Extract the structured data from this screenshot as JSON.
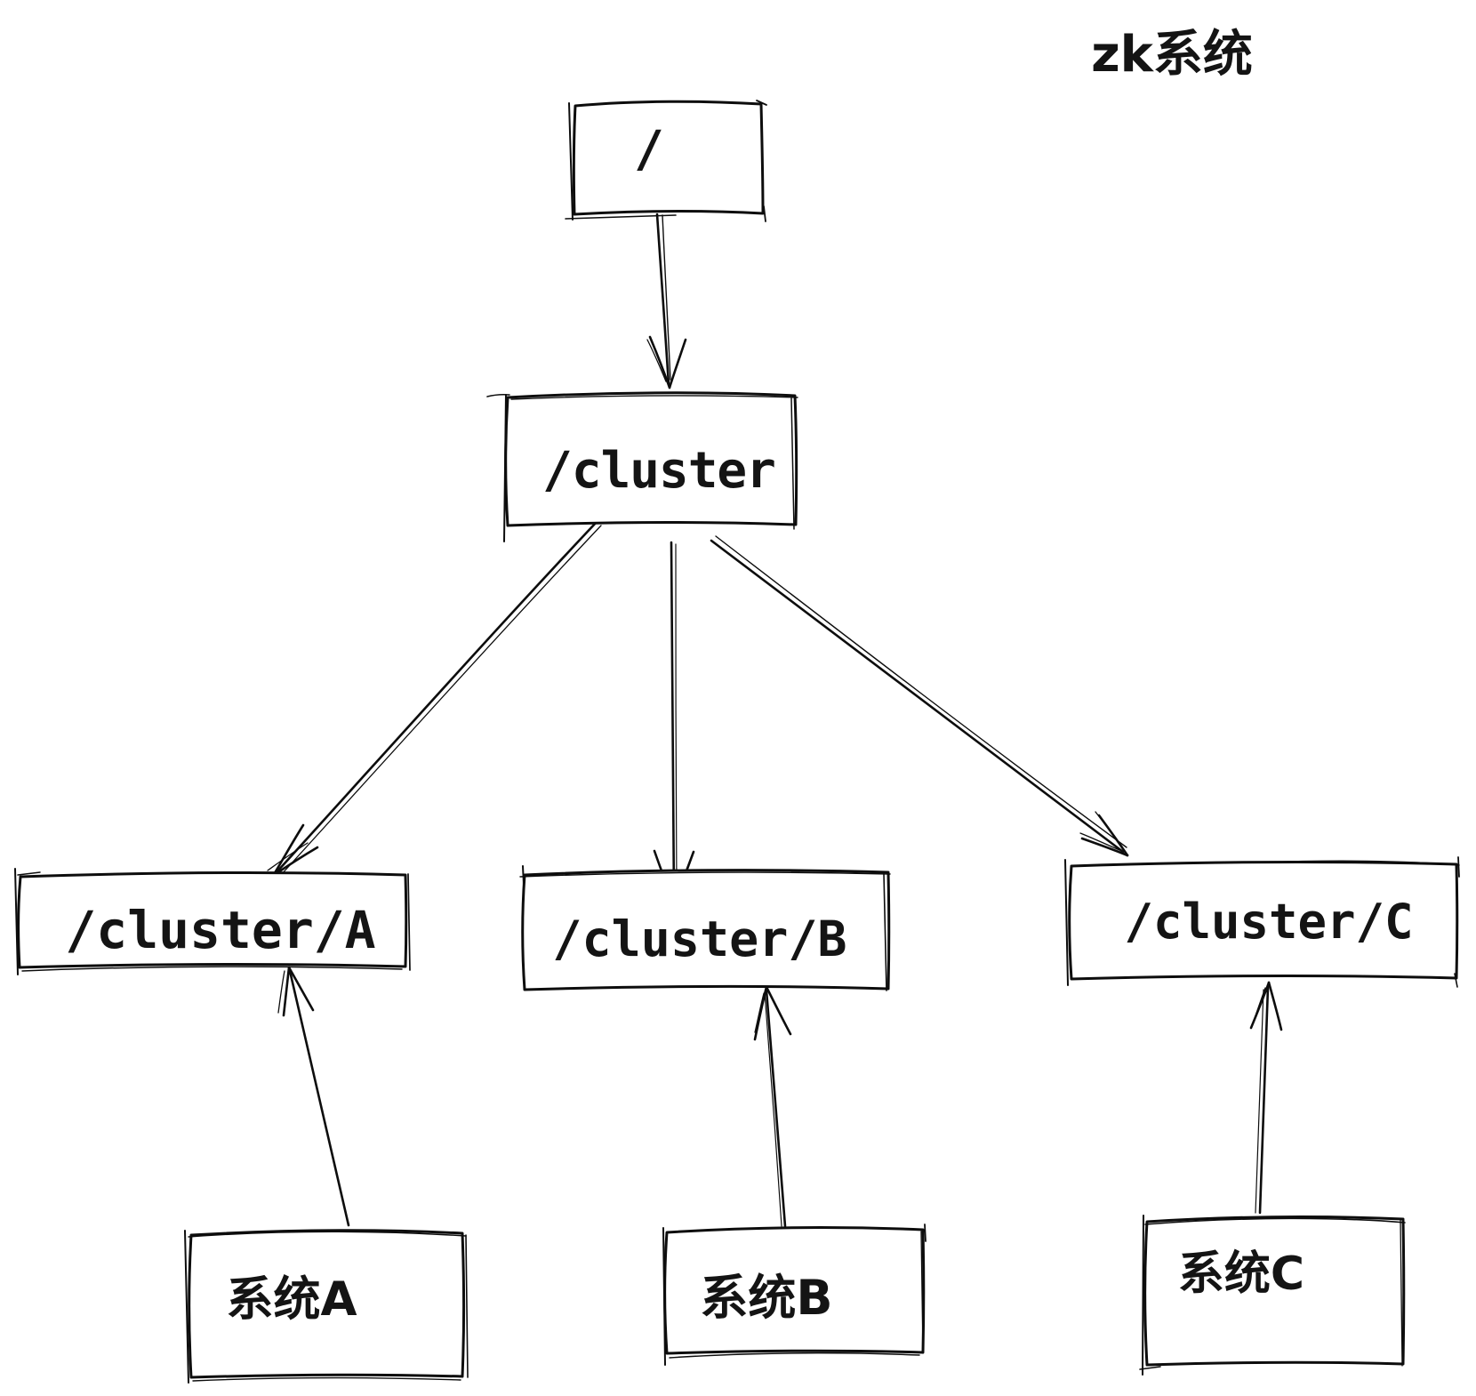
{
  "title": "zk系统",
  "canvas": {
    "background": "#ffffff",
    "stroke_color": "#0d0d0d",
    "text_color": "#141414",
    "style": "hand-drawn sketch"
  },
  "nodes": [
    {
      "id": "root",
      "label": "/"
    },
    {
      "id": "cluster",
      "label": "/cluster"
    },
    {
      "id": "cluster_a",
      "label": "/cluster/A"
    },
    {
      "id": "cluster_b",
      "label": "/cluster/B"
    },
    {
      "id": "cluster_c",
      "label": "/cluster/C"
    },
    {
      "id": "system_a",
      "label": "系统A"
    },
    {
      "id": "system_b",
      "label": "系统B"
    },
    {
      "id": "system_c",
      "label": "系统C"
    }
  ],
  "edges": [
    {
      "from": "root",
      "to": "cluster",
      "direction": "down"
    },
    {
      "from": "cluster",
      "to": "cluster_a",
      "direction": "down-left"
    },
    {
      "from": "cluster",
      "to": "cluster_b",
      "direction": "down"
    },
    {
      "from": "cluster",
      "to": "cluster_c",
      "direction": "down-right"
    },
    {
      "from": "system_a",
      "to": "cluster_a",
      "direction": "up"
    },
    {
      "from": "system_b",
      "to": "cluster_b",
      "direction": "up"
    },
    {
      "from": "system_c",
      "to": "cluster_c",
      "direction": "up"
    }
  ]
}
